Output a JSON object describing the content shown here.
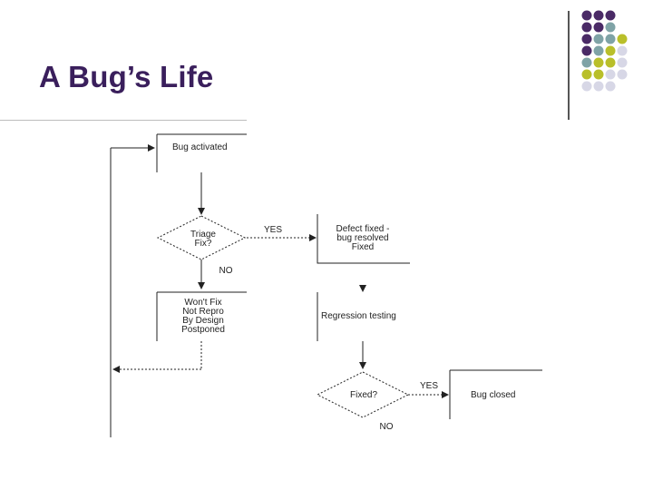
{
  "slide": {
    "title": "A Bug’s Life"
  },
  "decoration": {
    "dot_colors": {
      "purple": "#4a2a66",
      "teal": "#7fa3a6",
      "olive": "#b9bf2a",
      "lavender": "#d7d7e6"
    },
    "dot_rows": [
      [
        "purple",
        "purple",
        "purple"
      ],
      [
        "purple",
        "purple",
        "teal"
      ],
      [
        "purple",
        "teal",
        "teal",
        "olive"
      ],
      [
        "purple",
        "teal",
        "olive",
        "lavender"
      ],
      [
        "teal",
        "olive",
        "olive",
        "lavender"
      ],
      [
        "olive",
        "olive",
        "lavender",
        "lavender"
      ],
      [
        "lavender",
        "lavender",
        "lavender"
      ]
    ]
  },
  "diagram": {
    "nodes": {
      "bug_activated": "Bug activated",
      "triage_line1": "Triage",
      "triage_line2": "Fix?",
      "defect_line1": "Defect fixed -",
      "defect_line2": "bug resolved",
      "defect_line3": "Fixed",
      "wont_fix_line1": "Won't Fix",
      "wont_fix_line2": "Not Repro",
      "wont_fix_line3": "By Design",
      "wont_fix_line4": "Postponed",
      "regression": "Regression testing",
      "fixed_question": "Fixed?",
      "bug_closed": "Bug closed"
    },
    "edges": {
      "triage_yes": "YES",
      "triage_no": "NO",
      "fixed_yes": "YES",
      "fixed_no": "NO"
    }
  }
}
